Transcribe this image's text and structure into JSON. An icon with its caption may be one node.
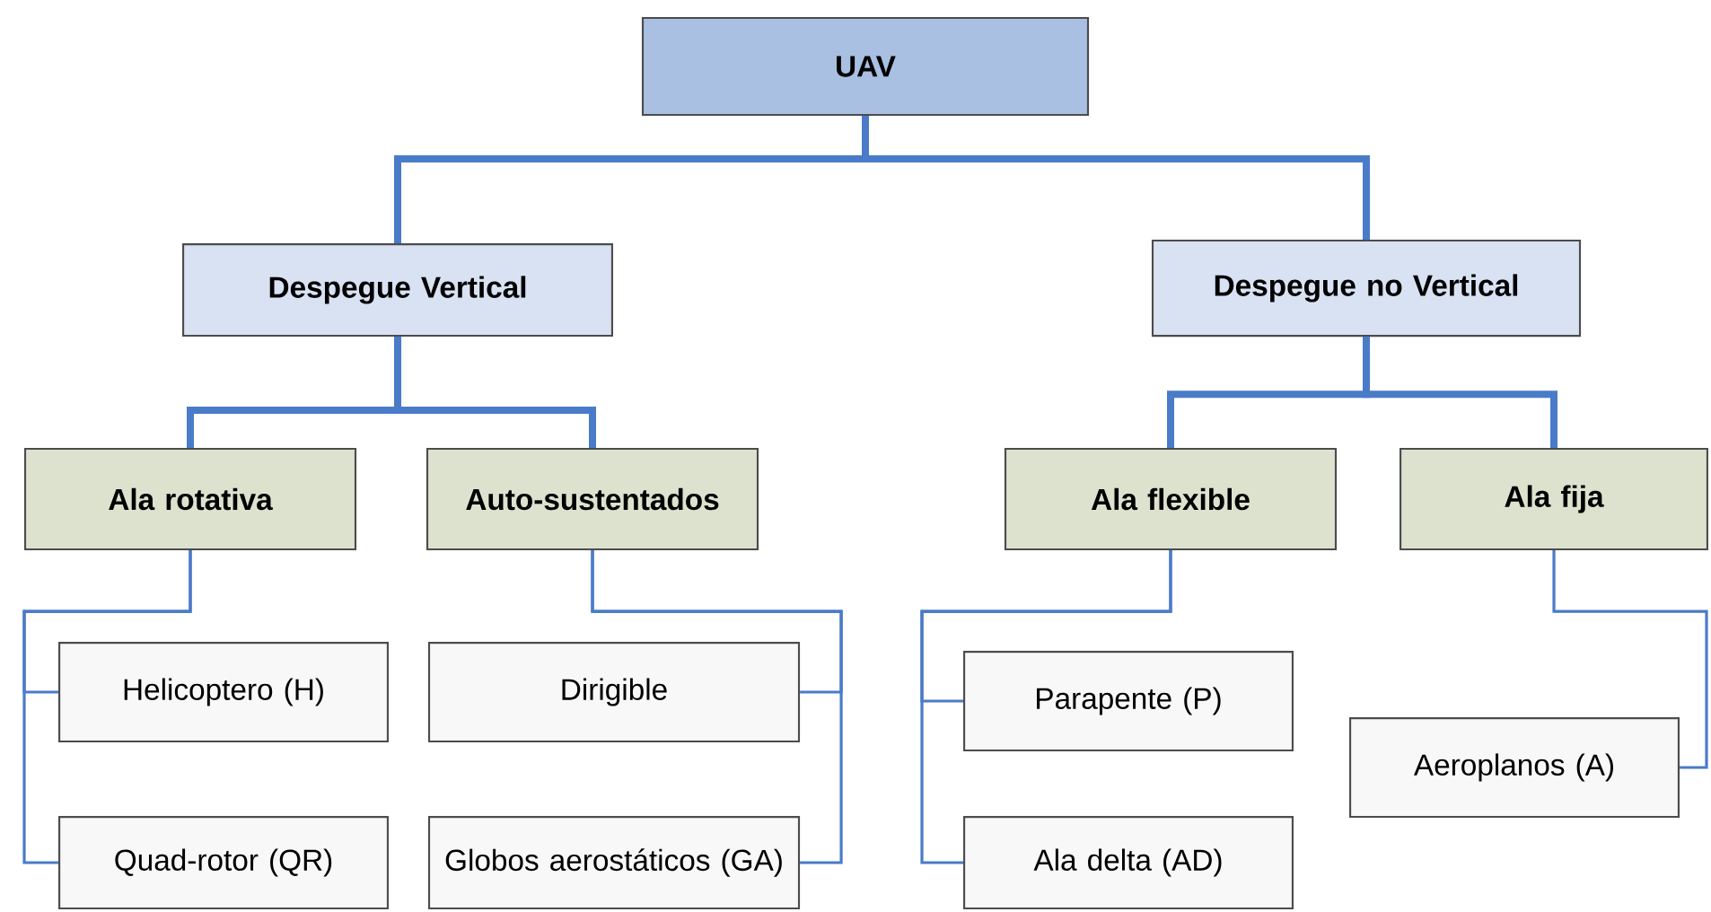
{
  "diagram": {
    "nodes": [
      {
        "text": [
          "UAV"
        ]
      },
      {
        "text": [
          "Despegue Vertical"
        ]
      },
      {
        "text": [
          "Despegue no Vertical"
        ]
      },
      {
        "text": [
          "Ala rotativa"
        ]
      },
      {
        "text": [
          "Auto-sustentados"
        ]
      },
      {
        "text": [
          "Ala flexible"
        ]
      },
      {
        "text": [
          "Ala fija"
        ]
      },
      {
        "text": [
          "Helicoptero (H)"
        ]
      },
      {
        "text": [
          "Quad-rotor (QR)"
        ]
      },
      {
        "text": [
          "Dirigible"
        ]
      },
      {
        "text": [
          "Globos aerostáticos (GA)"
        ]
      },
      {
        "text": [
          "Parapente (P)"
        ]
      },
      {
        "text": [
          "Ala delta (AD)"
        ]
      },
      {
        "text": [
          "Aeroplanos (A)"
        ]
      }
    ],
    "edges": [
      {
        "from": 0,
        "to": 1,
        "arrow": "none",
        "style": "thick"
      },
      {
        "from": 0,
        "to": 2,
        "arrow": "none",
        "style": "thick"
      },
      {
        "from": 1,
        "to": 3,
        "arrow": "none",
        "style": "thick"
      },
      {
        "from": 1,
        "to": 4,
        "arrow": "none",
        "style": "thick"
      },
      {
        "from": 2,
        "to": 5,
        "arrow": "none",
        "style": "thick"
      },
      {
        "from": 2,
        "to": 6,
        "arrow": "none",
        "style": "thick"
      },
      {
        "from": 3,
        "to": 7,
        "arrow": "none"
      },
      {
        "from": 3,
        "to": 8,
        "arrow": "none"
      },
      {
        "from": 4,
        "to": 9,
        "arrow": "none"
      },
      {
        "from": 4,
        "to": 10,
        "arrow": "none"
      },
      {
        "from": 5,
        "to": 11,
        "arrow": "none"
      },
      {
        "from": 5,
        "to": 12,
        "arrow": "none"
      },
      {
        "from": 6,
        "to": 13,
        "arrow": "none"
      }
    ]
  }
}
